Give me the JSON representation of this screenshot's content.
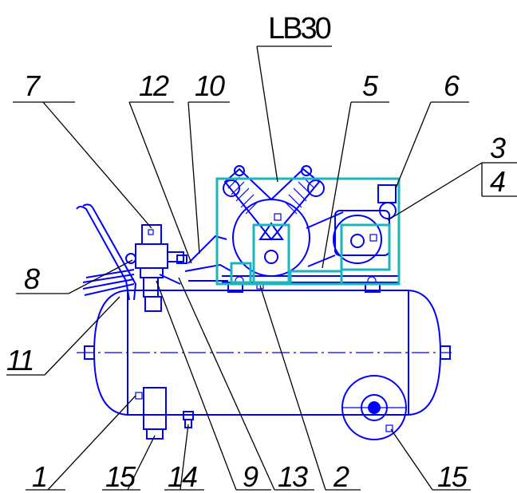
{
  "title": "LB30",
  "labels": {
    "l1": "1",
    "l2": "2",
    "l3": "3",
    "l4": "4",
    "l5": "5",
    "l6": "6",
    "l7": "7",
    "l8": "8",
    "l9": "9",
    "l10": "10",
    "l11": "11",
    "l12": "12",
    "l13": "13",
    "l14": "14",
    "l15a": "15",
    "l15b": "15"
  },
  "colors": {
    "outline": "#0000ff",
    "highlight": "#19b6bf",
    "leader": "#000000"
  }
}
